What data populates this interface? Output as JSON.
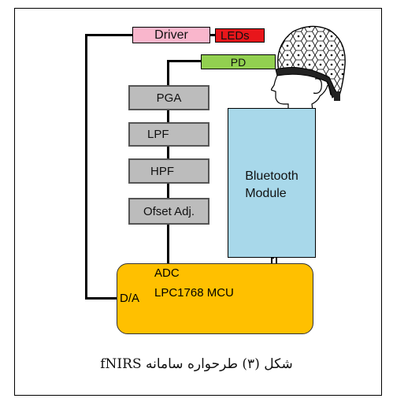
{
  "diagram": {
    "blocks": {
      "driver": "Driver",
      "leds": "LEDs",
      "pd": "PD",
      "pga": "PGA",
      "lpf": "LPF",
      "hpf": "HPF",
      "offset": "Ofset Adj.",
      "bluetooth": "Bluetooth\nModule",
      "mcu_adc": "ADC",
      "mcu_da": "D/A",
      "mcu_name": "LPC1768 MCU"
    },
    "colors": {
      "driver": "#f9b6cc",
      "leds": "#e8161b",
      "pd": "#92d050",
      "gray": "#bcbcbc",
      "bluetooth": "#a8d8ea",
      "mcu": "#ffc000"
    },
    "caption": "شکل (۳) طرحواره سامانه fNIRS"
  }
}
